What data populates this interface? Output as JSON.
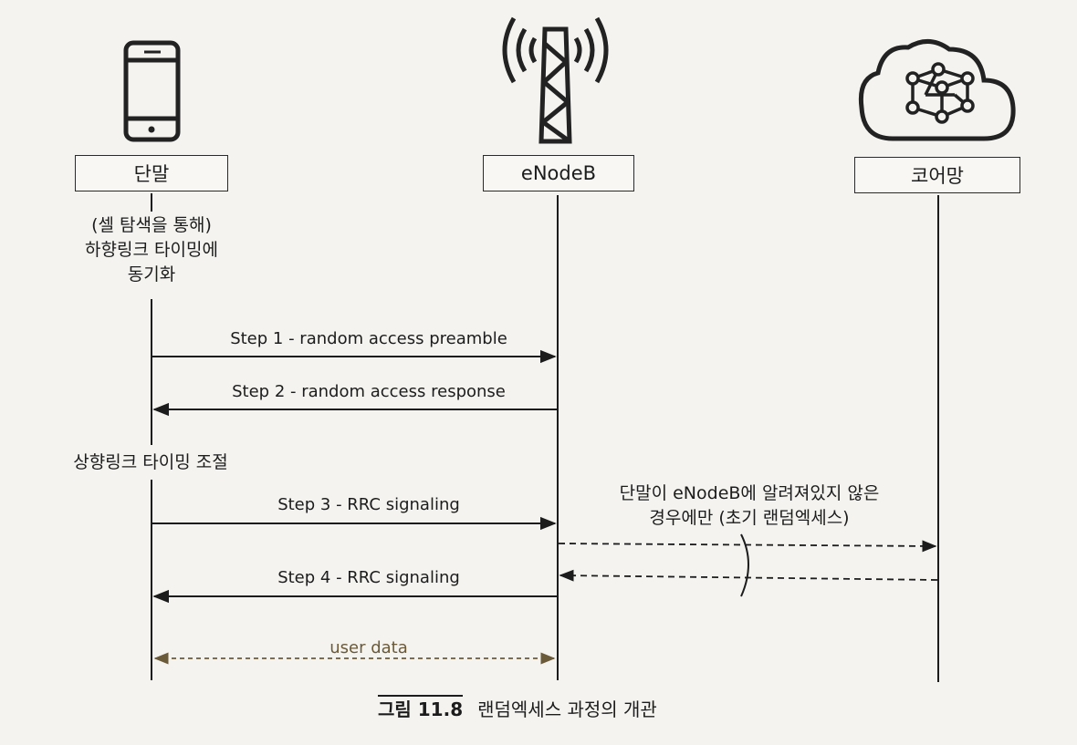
{
  "participants": {
    "ue": "단말",
    "enb": "eNodeB",
    "core": "코어망"
  },
  "notes": {
    "downlink_sync_line1": "(셀 탐색을 통해)",
    "downlink_sync_line2": "하향링크 타이밍에",
    "downlink_sync_line3": "동기화",
    "uplink_adjust": "상향링크 타이밍 조절",
    "core_only_line1": "단말이 eNodeB에 알려져있지 않은",
    "core_only_line2": "경우에만 (초기 랜덤엑세스)"
  },
  "messages": {
    "step1": "Step 1 - random access preamble",
    "step2": "Step 2 - random access response",
    "step3": "Step 3 - RRC signaling",
    "step4": "Step 4 - RRC signaling",
    "user_data": "user data"
  },
  "caption": {
    "figure": "그림 11.8",
    "title": "랜덤엑세스 과정의 개관"
  },
  "icons": [
    "smartphone-icon",
    "cell-tower-icon",
    "cloud-network-icon"
  ],
  "colors": {
    "line": "#1c1c1c",
    "user_data": "#6b5a3a"
  }
}
